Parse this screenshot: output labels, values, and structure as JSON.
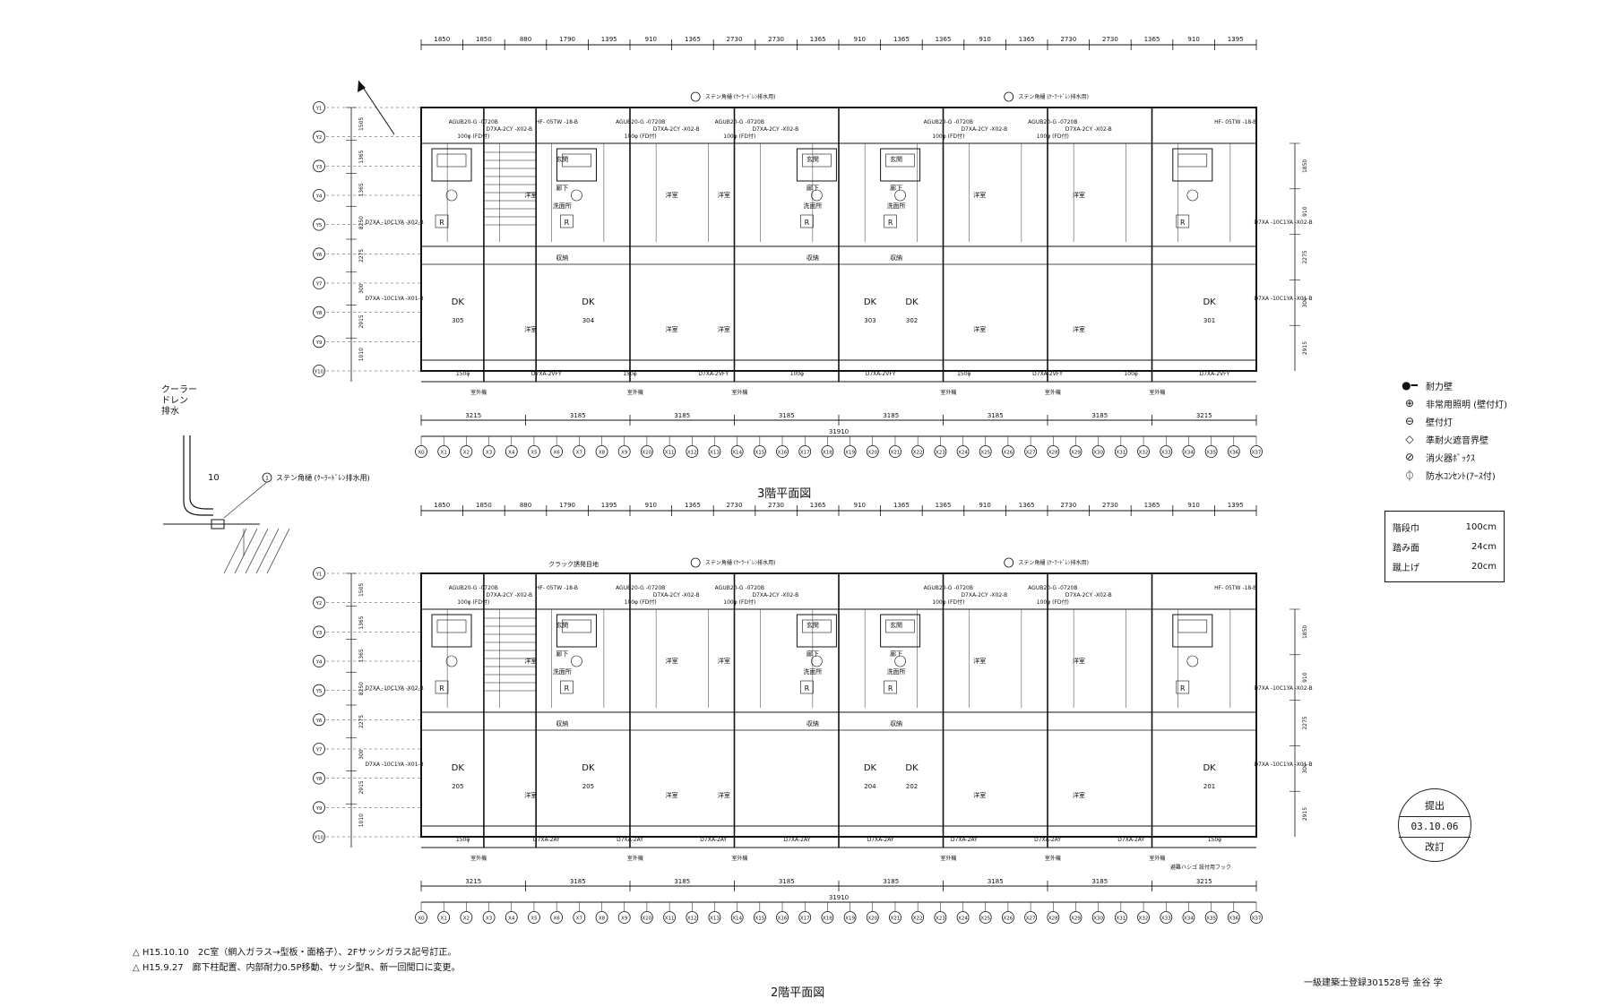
{
  "plans": [
    {
      "id": "3f",
      "title": "3階平面図",
      "rooms": [
        "305",
        "304",
        "303",
        "302",
        "301"
      ],
      "dk_labels": [
        "DK",
        "DK",
        "DK",
        "DK",
        "DK"
      ],
      "top_dims": [
        "1850",
        "1850",
        "880",
        "1790",
        "1395",
        "910",
        "1365",
        "2730",
        "2730",
        "1365",
        "910",
        "1365",
        "1365",
        "910",
        "1365",
        "2730",
        "2730",
        "1365",
        "910",
        "1395"
      ],
      "bottom_dims": [
        "3215",
        "3185",
        "3185",
        "3185",
        "3185",
        "3185",
        "3185",
        "3215"
      ],
      "total": "31910",
      "sash_front": [
        "150φ",
        "D7XA-2VFY",
        "150φ",
        "D7XA-2VFY",
        "100φ",
        "D7XA-2VFY",
        "150φ",
        "D7XA-2VFY",
        "100φ",
        "D7XA-2VFY"
      ]
    },
    {
      "id": "2f",
      "title": "2階平面図",
      "rooms": [
        "205",
        "205",
        "204",
        "202",
        "201"
      ],
      "dk_labels": [
        "DK",
        "DK",
        "DK",
        "DK",
        "DK"
      ],
      "top_dims": [
        "1850",
        "1850",
        "880",
        "1790",
        "1395",
        "910",
        "1365",
        "2730",
        "2730",
        "1365",
        "910",
        "1365",
        "1365",
        "910",
        "1365",
        "2730",
        "2730",
        "1365",
        "910",
        "1395"
      ],
      "bottom_dims": [
        "3215",
        "3185",
        "3185",
        "3185",
        "3185",
        "3185",
        "3185",
        "3215"
      ],
      "total": "31910",
      "sash_front": [
        "150φ",
        "D7XA-2AY",
        "D7XA-2AY",
        "D7XA-2AY",
        "D7XA-2AY",
        "D7XA-2AY",
        "D7XA-2AY",
        "D7XA-2AY",
        "D7XA-2AY",
        "150φ"
      ]
    }
  ],
  "axis_x": [
    "X0",
    "X1",
    "X2",
    "X3",
    "X4",
    "X5",
    "X6",
    "X7",
    "X8",
    "X9",
    "X10",
    "X11",
    "X12",
    "X13",
    "X14",
    "X15",
    "X16",
    "X17",
    "X18",
    "X19",
    "X20",
    "X21",
    "X22",
    "X23",
    "X24",
    "X25",
    "X26",
    "X27",
    "X28",
    "X29",
    "X30",
    "X31",
    "X32",
    "X33",
    "X34",
    "X35",
    "X36",
    "X37"
  ],
  "axis_y": [
    "Y1",
    "Y2",
    "Y3",
    "Y4",
    "Y5",
    "Y6",
    "Y7",
    "Y8",
    "Y9",
    "Y10"
  ],
  "side_dims_left": [
    "1505",
    "1365",
    "1365",
    "8250",
    "2275",
    "300",
    "2915",
    "1010"
  ],
  "side_dims_right": [
    "1850",
    "910",
    "2275",
    "300",
    "2915"
  ],
  "annotations": {
    "sten_drain": "ステン角樋 (ｸｰﾗｰﾄﾞﾚﾝ排水用)",
    "crack": "クラック誘発目地",
    "stair_fixed": "避難ハシゴ 設付用フック",
    "window_wire": "網入ガラス",
    "d7xa_side_a": "D7XA -10C1YA -X02-B",
    "d7xa_side_b": "D7XA -10C1YA -X01-B",
    "agub": "AGUB20-G -0720B",
    "d7xa_2cy": "D7XA-2CY -X02-B",
    "hp": "HF- 05TW -18-B",
    "pipe": "100φ (FD付)",
    "label_yoshitsu": "洋室",
    "label_genkan": "玄関",
    "label_roka": "廊下",
    "label_shuno": "収納",
    "label_senmen": "洗面所",
    "label_kaigan": "室外機",
    "label_R": "R"
  },
  "cooler_drain": {
    "label1": "クーラー",
    "label2": "ドレン",
    "label3": "排水",
    "angle": "10",
    "circle_note": "1",
    "drain_label": "ステン角樋 (ｸｰﾗｰﾄﾞﾚﾝ排水用)"
  },
  "legend": [
    {
      "symbol": "●━",
      "label": "耐力壁"
    },
    {
      "symbol": "⊕",
      "label": "非常用照明 (壁付灯)"
    },
    {
      "symbol": "⊖",
      "label": "壁付灯"
    },
    {
      "symbol": "◇",
      "label": "準耐火遮音界壁"
    },
    {
      "symbol": "⊘",
      "label": "消火器ﾎﾞｯｸｽ"
    },
    {
      "symbol": "⏀",
      "label": "防水ｺﾝｾﾝﾄ(ｱｰｽ付)"
    }
  ],
  "spec": [
    {
      "k": "階段巾",
      "v": "100cm"
    },
    {
      "k": "踏み面",
      "v": "24cm"
    },
    {
      "k": "蹴上げ",
      "v": "20cm"
    }
  ],
  "notes": [
    "△ H15.10.10　2C室（網入ガラス→型板・面格子）、2Fサッシガラス記号訂正。",
    "△ H15.9.27　廊下柱配置、内部耐力0.5P移動、サッシ型R、新一回間口に変更。"
  ],
  "stamp": {
    "top": "提出",
    "mid": "03.10.06",
    "bottom": "改訂"
  },
  "footer": "一級建築士登録301528号 金谷 学"
}
